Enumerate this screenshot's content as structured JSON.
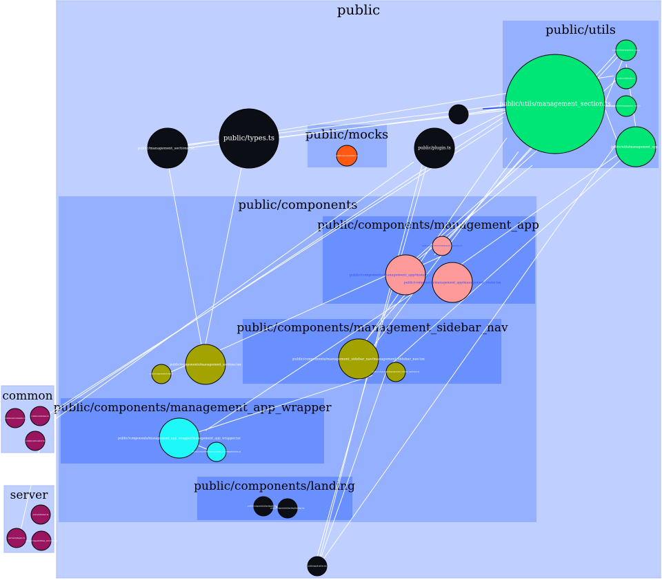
{
  "clusters": {
    "public": "public",
    "utils": "public/utils",
    "mocks": "public/mocks",
    "components": "public/components",
    "management_app": "public/components/management_app",
    "sidebar_nav": "public/components/management_sidebar_nav",
    "app_wrapper": "public/components/management_app_wrapper",
    "landing": "public/components/landing",
    "common": "common",
    "server": "server"
  },
  "nodes": {
    "management_sections": "public/management_sections_se...",
    "types": "public/types.ts",
    "plugin": "public/plugin.ts",
    "mocks_index": "public/mocks/index.ts",
    "utils_management_section": "public/utils/management_section.ts",
    "utils_small1": "public/utils/management_app.ts",
    "utils_small2": "public/utils/index.ts",
    "utils_small3": "public/utils/management_item.ts",
    "utils_big2": "public/utils/management_app...",
    "mgmt_app_small": "public/components/management_app/index.ts",
    "mgmt_app_a": "public/components/management_app/manag...",
    "mgmt_app_b": "public/components/management_app/management_router.tsx",
    "sidebar_nav_main": "public/components/management_sidebar_nav/management_sidebar_nav.tsx",
    "sidebar_nav_small": "public/components/management_sidebar_nav/index.ts",
    "comp_sections": "public/components/management_sections.tsx",
    "comp_index": "public/components/index.ts",
    "wrapper_main": "public/components/management_app_wrapper/management_app_wrapper.tsx",
    "wrapper_small": "public/components/management_app_wrapper/index.ts",
    "landing_a": "public/components/landing/index.ts",
    "landing_b": "public/components/landing/landing.tsx",
    "public_index": "public/application.tsx",
    "common_a": "common/contants.ts",
    "common_b": "common/index.ts",
    "common_c": "common/locator.ts",
    "server_a": "server/index.ts",
    "server_b": "server/plugin.ts",
    "server_c": "server/capabilities_provider.ts"
  },
  "colors": {
    "public_bg": "#bfcfff",
    "sub_bg": "#94b0ff",
    "deep_bg": "#6a8fff",
    "black_node": "#0b0e14",
    "orange_node": "#ff5a14",
    "green_node": "#00e676",
    "pink_node": "#ff9a9a",
    "olive_node": "#a3a300",
    "cyan_node": "#1ff8f8",
    "magenta_node": "#9a1560"
  }
}
